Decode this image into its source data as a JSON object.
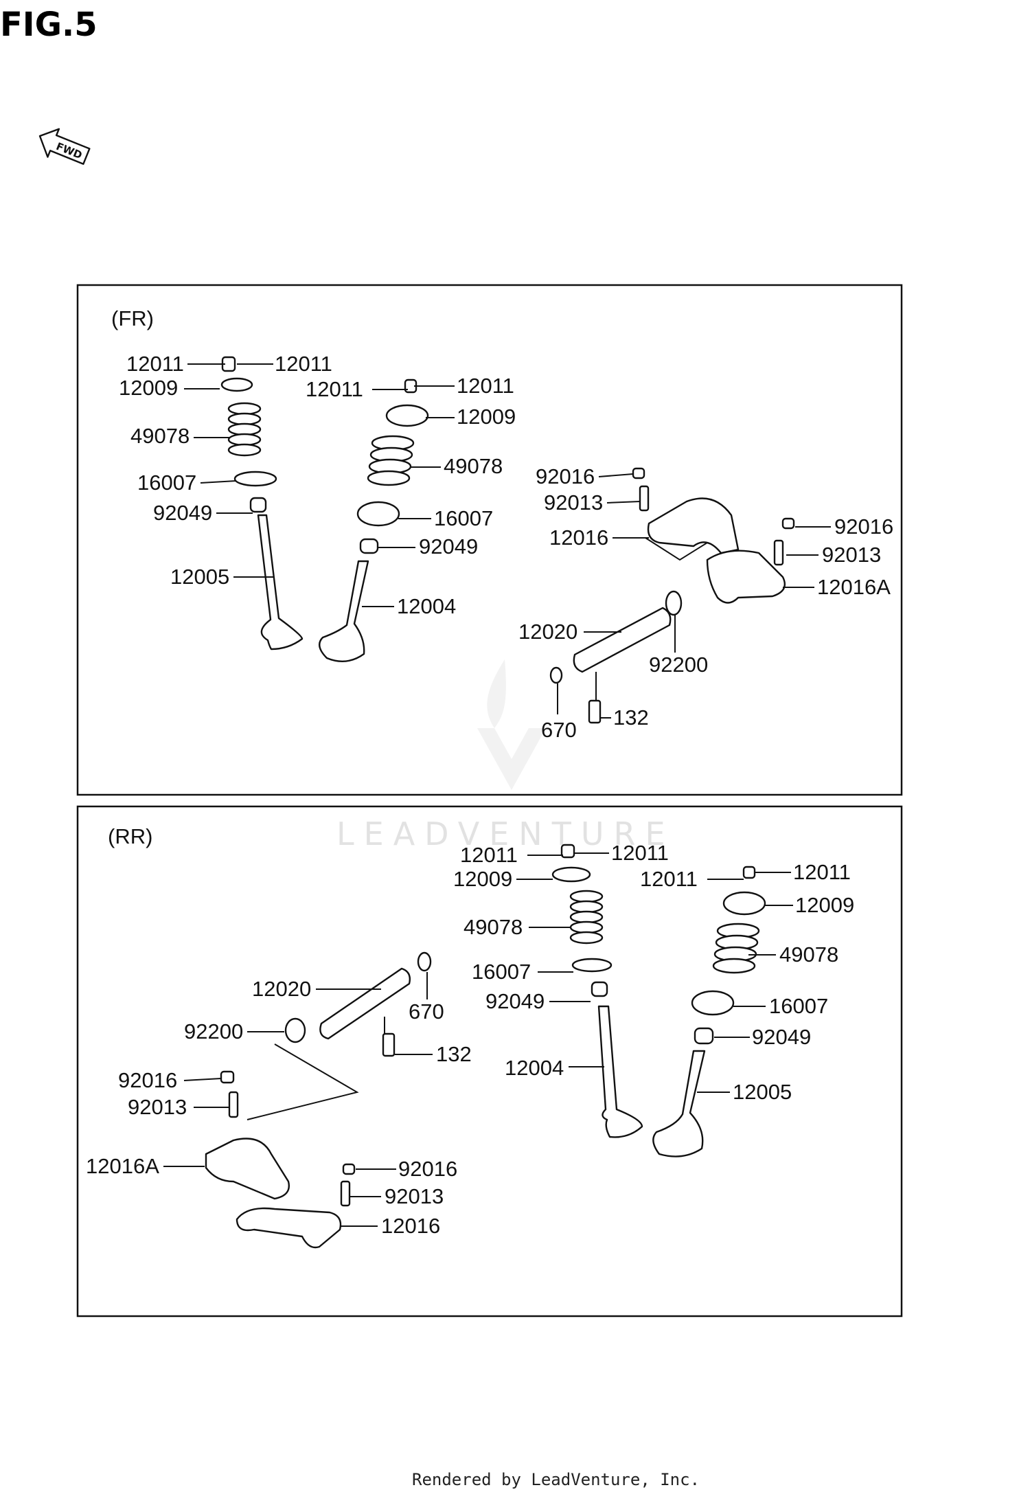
{
  "figure": {
    "title": "FIG.5",
    "fwd_label": "FWD"
  },
  "sections": {
    "front": "(FR)",
    "rear": "(RR)"
  },
  "watermark": "LEADVENTURE",
  "footer": "Rendered by LeadVenture, Inc.",
  "callouts": {
    "fr": [
      "12011",
      "12011",
      "12009",
      "49078",
      "16007",
      "92049",
      "12005",
      "12011",
      "12011",
      "12009",
      "49078",
      "16007",
      "92049",
      "12004",
      "92016",
      "92013",
      "12016",
      "92016",
      "92013",
      "12016A",
      "12020",
      "92200",
      "670",
      "132"
    ],
    "rr": [
      "12011",
      "12011",
      "12009",
      "49078",
      "16007",
      "92049",
      "12004",
      "12011",
      "12011",
      "12009",
      "49078",
      "16007",
      "92049",
      "12005",
      "12020",
      "670",
      "92200",
      "132",
      "92016",
      "92013",
      "12016A",
      "92016",
      "92013",
      "12016"
    ]
  }
}
